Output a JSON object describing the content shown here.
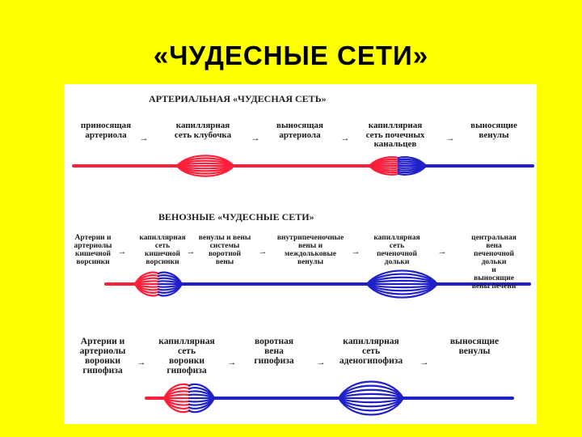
{
  "title": "«ЧУДЕСНЫЕ  СЕТИ»",
  "colors": {
    "background": "#FFFF00",
    "panel": "#FFFFFF",
    "arterial": "#FF1F3A",
    "venous": "#2020C8"
  },
  "sections": [
    {
      "heading": "АРТЕРИАЛЬНАЯ «ЧУДЕСНАЯ СЕТЬ»",
      "labels": [
        "приносящая\nартериола",
        "капиллярная\nсеть клубочка",
        "выносящая\nартериола",
        "капиллярная\nсеть почечных\nканальцев",
        "выносящие\nвенулы"
      ],
      "arrow": "→"
    },
    {
      "heading": "ВЕНОЗНЫЕ «ЧУДЕСНЫЕ СЕТИ»",
      "labels": [
        "Артерии и\nартериолы\nкишечной\nворсинки",
        "капиллярная\nсеть\nкишечной\nворсинки",
        "венулы и вены\nсистемы\nворотной\nвены",
        "внутрипеченочные\nвены и\nмеждольковые\nвенулы",
        "капиллярная\nсеть\nпеченочной\nдольки",
        "центральная вена\nпеченочной дольки\nи выносящие\nвены печени"
      ],
      "arrow": "→"
    },
    {
      "heading": "",
      "labels": [
        "Артерии и\nартериолы\nворонки\nгипофиза",
        "капиллярная\nсеть\nворонки\nгипофиза",
        "воротная\nвена\nгипофиза",
        "капиллярная\nсеть\nаденогипофиза",
        "выносящие\nвенулы"
      ],
      "arrow": "→"
    }
  ]
}
